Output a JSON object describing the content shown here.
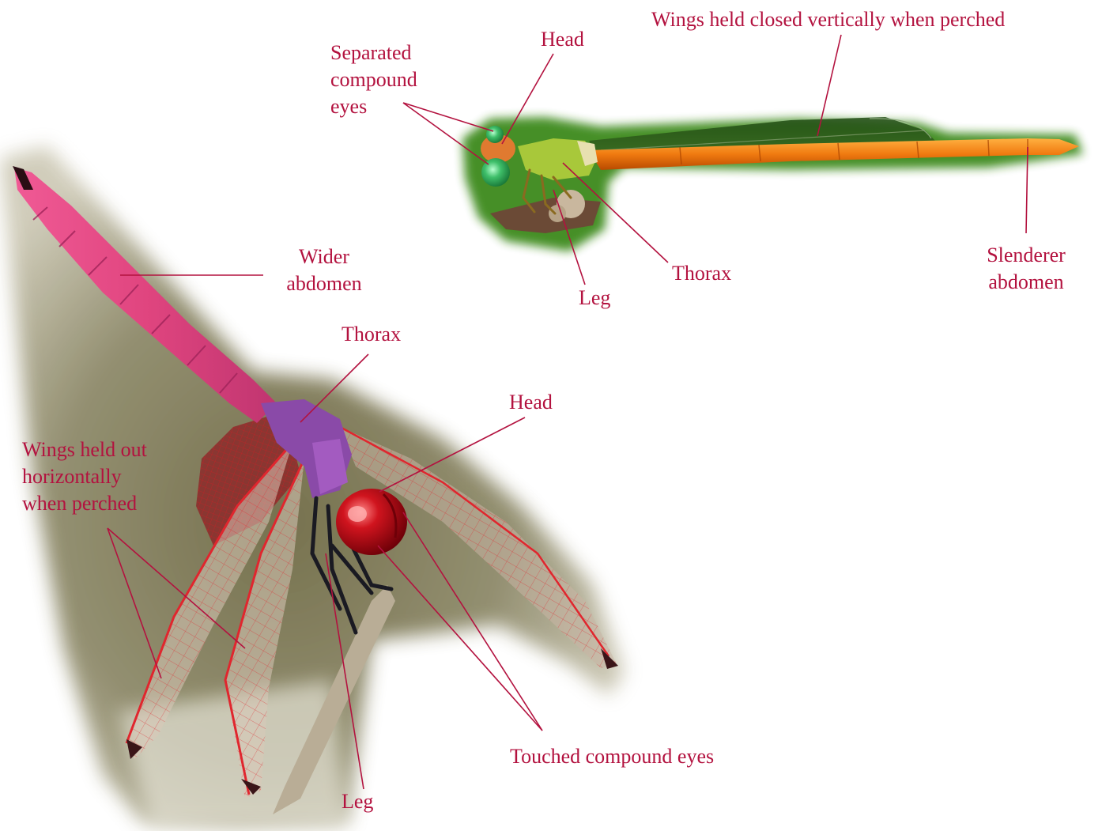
{
  "colors": {
    "label": "#b3123f",
    "leader_line": "#b3123f",
    "dragonfly_abdomen": "#e0457f",
    "dragonfly_thorax": "#8a4aa8",
    "dragonfly_head": "#c8141e",
    "dragonfly_wing_vein": "#e0262e",
    "damselfly_thorax": "#a8c83a",
    "damselfly_abdomen": "#f07a10",
    "damselfly_eye": "#3fbf6a",
    "damselfly_background": "#3e8a1e"
  },
  "damselfly": {
    "eyes_label": [
      "Separated",
      "compound",
      "eyes"
    ],
    "head_label": "Head",
    "wings_label": "Wings held closed vertically when perched",
    "abdomen_label": [
      "Slenderer",
      "abdomen"
    ],
    "thorax_label": "Thorax",
    "leg_label": "Leg"
  },
  "dragonfly": {
    "abdomen_label": [
      "Wider",
      "abdomen"
    ],
    "thorax_label": "Thorax",
    "head_label": "Head",
    "wings_label": [
      "Wings held out",
      "horizontally",
      "when perched"
    ],
    "eyes_label": "Touched compound eyes",
    "leg_label": "Leg"
  }
}
